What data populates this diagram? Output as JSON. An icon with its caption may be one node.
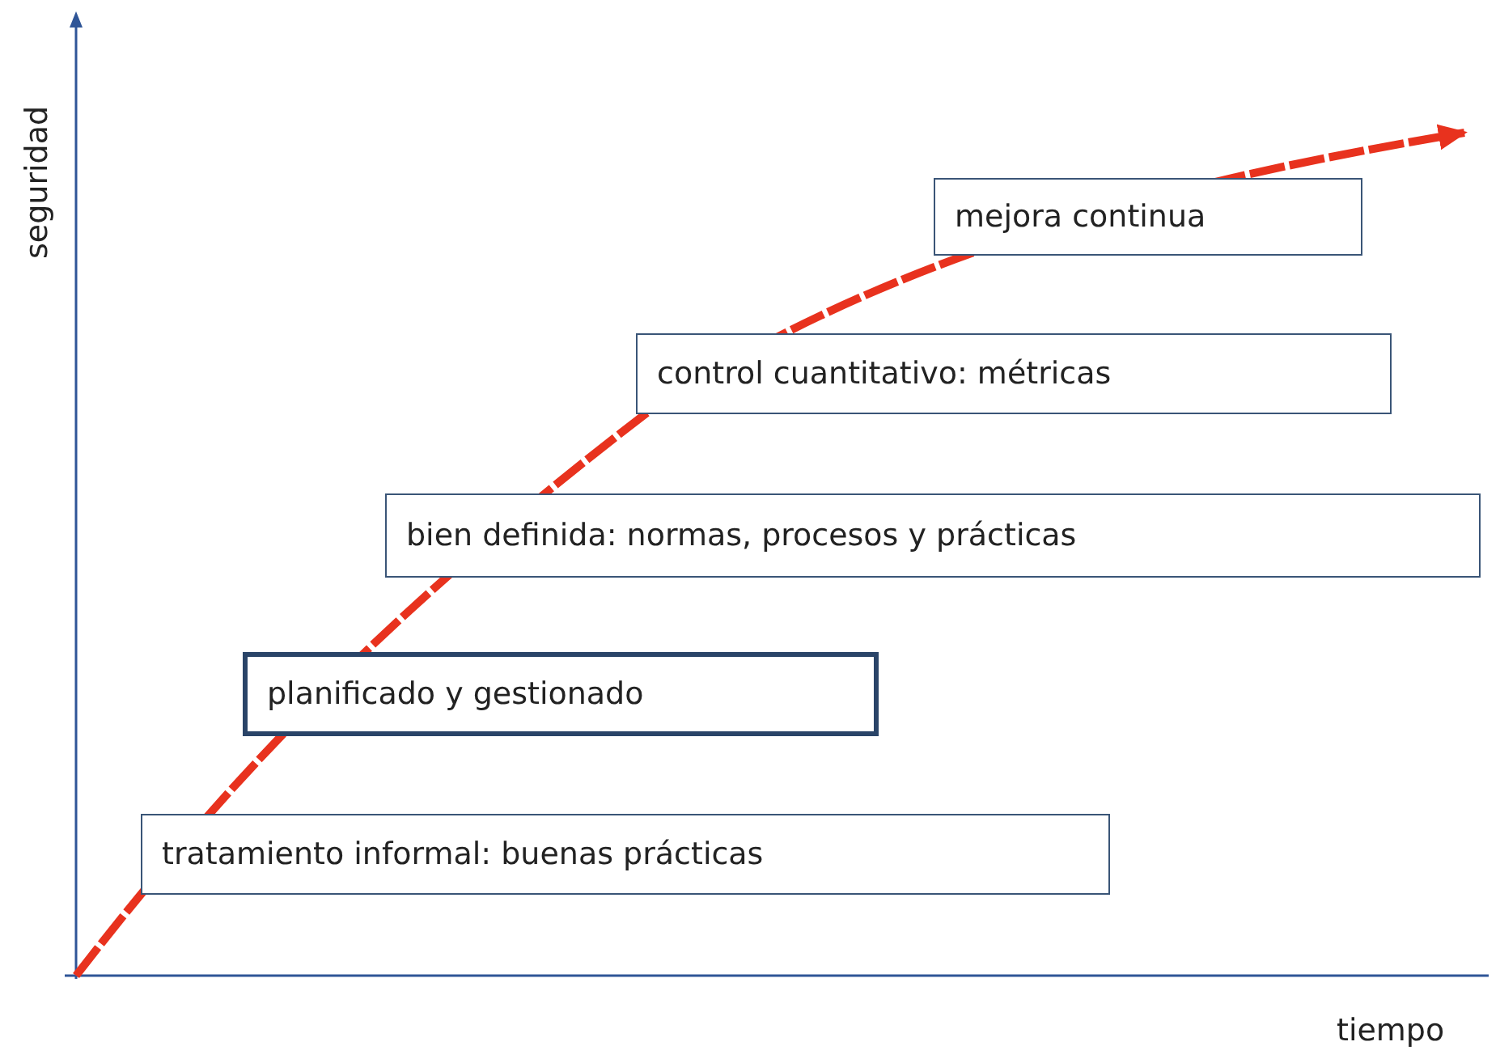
{
  "diagram": {
    "nodes": [
      {
        "text": [
          "mejora continua"
        ]
      },
      {
        "text": [
          "control cuantitativo: métricas"
        ]
      },
      {
        "text": [
          "bien definida: normas, procesos y prácticas"
        ]
      },
      {
        "text": [
          "planificado y gestionado"
        ]
      },
      {
        "text": [
          "tratamiento informal: buenas prácticas"
        ]
      }
    ],
    "edges": [],
    "labels": [
      "seguridad",
      "tiempo"
    ]
  }
}
